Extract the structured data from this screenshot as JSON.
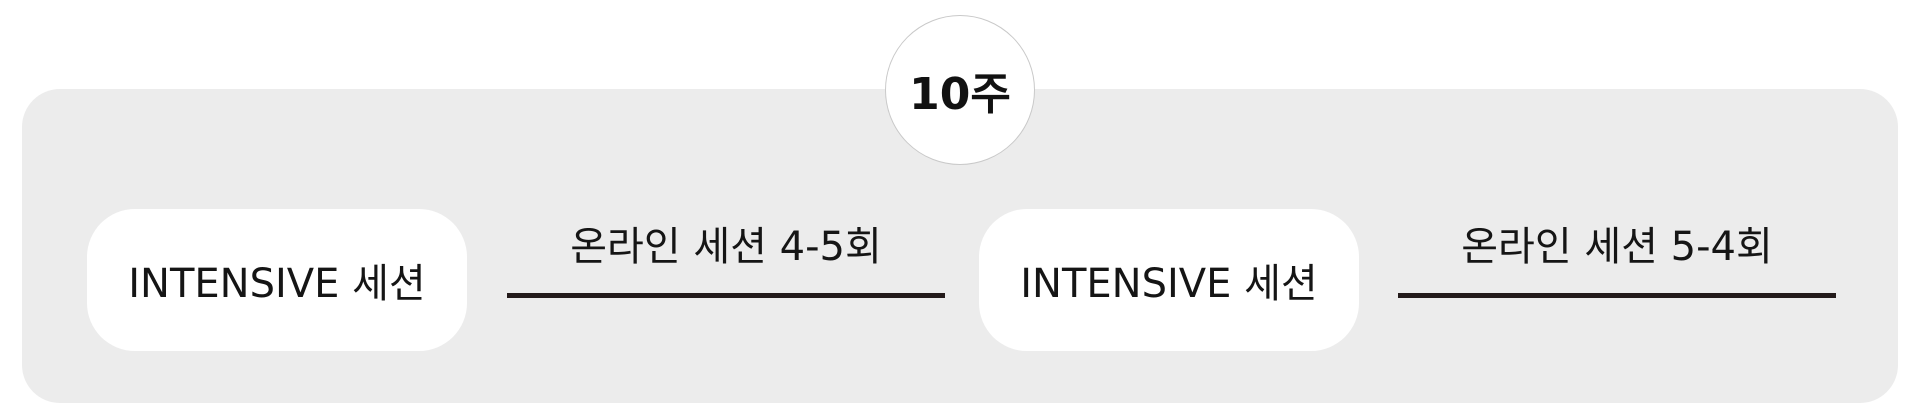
{
  "duration": {
    "label": "10주"
  },
  "sessions": [
    {
      "label": "INTENSIVE 세션"
    },
    {
      "label": "INTENSIVE 세션"
    }
  ],
  "online": [
    {
      "label": "온라인 세션 4-5회"
    },
    {
      "label": "온라인 세션 5-4회"
    }
  ],
  "colors": {
    "panel_background": "#ececec",
    "pill_background": "#ffffff",
    "line": "#231a1a",
    "text": "#151515"
  }
}
